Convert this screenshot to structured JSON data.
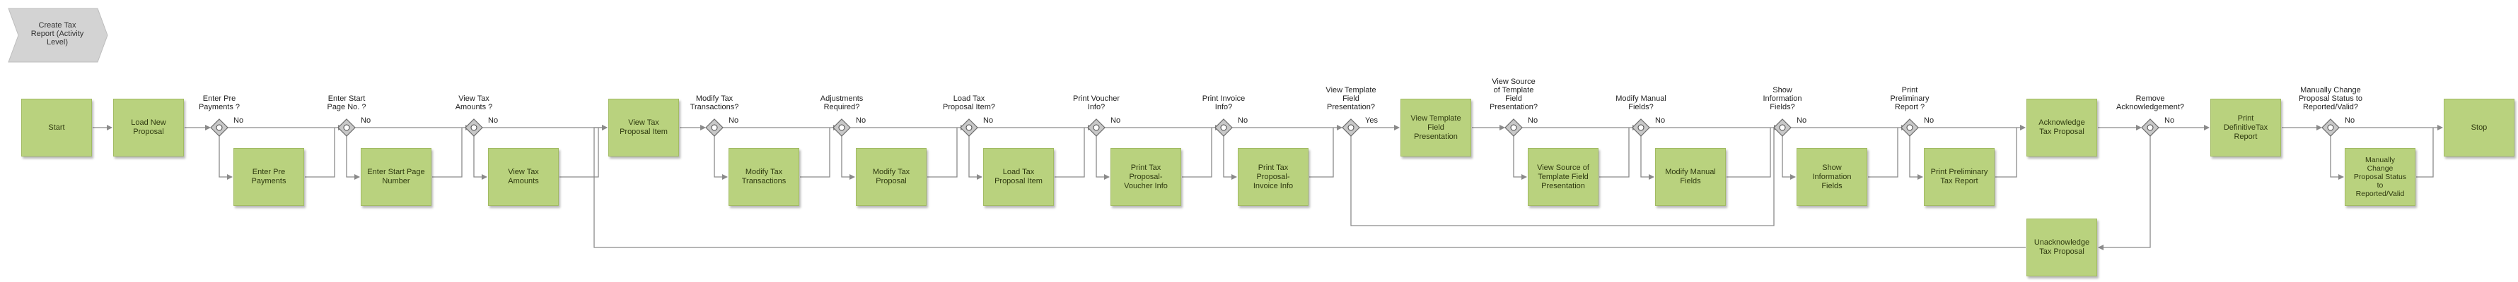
{
  "title": "Create Tax\nReport (Activity\nLevel)",
  "colors": {
    "activity_fill": "#b9d27e",
    "activity_stroke": "#a2bb63",
    "gateway_fill": "#c8c8c8",
    "line": "#8a8a8a",
    "title_fill": "#d3d3d3"
  },
  "activities": {
    "start": "Start",
    "load_new": "Load New\nProposal",
    "enter_pre_payments": "Enter Pre\nPayments",
    "enter_start_page": "Enter Start Page\nNumber",
    "view_tax_amounts": "View Tax\nAmounts",
    "view_tax_item": "View Tax\nProposal Item",
    "modify_tax_trans": "Modify Tax\nTransactions",
    "modify_tax_prop": "Modify Tax\nProposal",
    "load_tax_item": "Load Tax\nProposal Item",
    "print_voucher": "Print Tax\nProposal-\nVoucher Info",
    "print_invoice": "Print Tax\nProposal-\nInvoice Info",
    "view_template": "View Template\nField\nPresentation",
    "view_source": "View Source of\nTemplate Field\nPresentation",
    "modify_manual": "Modify Manual\nFields",
    "show_info": "Show\nInformation\nFields",
    "print_prelim": "Print Preliminary\nTax Report",
    "acknowledge": "Acknowledge\nTax Proposal",
    "unacknowledge": "Unacknowledge\nTax Proposal",
    "print_definitive": "Print\nDefinitiveTax\nReport",
    "manually_change": "Manually\nChange\nProposal Status\nto\nReported/Valid",
    "stop": "Stop"
  },
  "gateways": {
    "g1": "Enter Pre\nPayments ?",
    "g2": "Enter Start\nPage No. ?",
    "g3": "View Tax\nAmounts ?",
    "g4": "Modify Tax\nTransactions?",
    "g5": "Adjustments\nRequired?",
    "g6": "Load Tax\nProposal Item?",
    "g7": "Print Voucher\nInfo?",
    "g8": "Print Invoice\nInfo?",
    "g9": "View Template\nField\nPresentation?",
    "g10": "View Source\nof Template\nField\nPresentation?",
    "g11": "Modify Manual\nFields?",
    "g12": "Show\nInformation\nFields?",
    "g13": "Print\nPreliminary\nReport ?",
    "g14": "Remove\nAcknowledgement?",
    "g15": "Manually Change\nProposal Status to\nReported/Valid?"
  },
  "edge_labels": {
    "no": "No",
    "yes": "Yes"
  }
}
